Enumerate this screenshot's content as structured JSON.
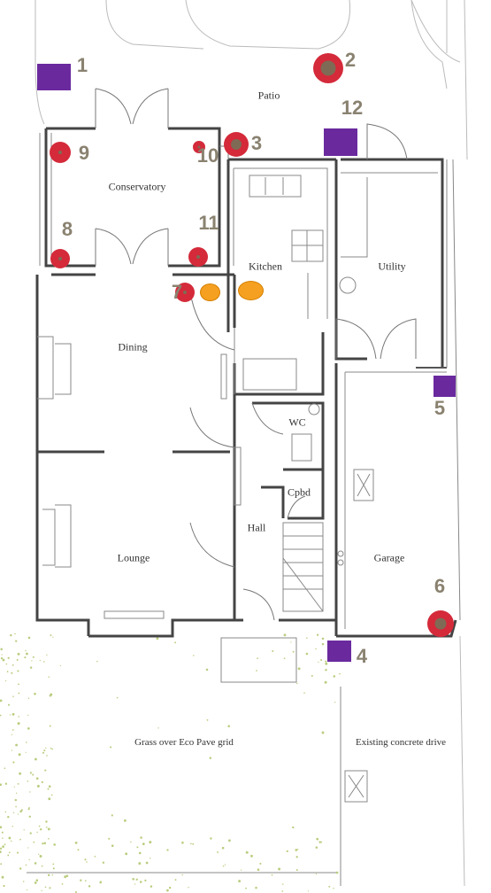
{
  "rooms": {
    "patio": "Patio",
    "conservatory": "Conservatory",
    "kitchen": "Kitchen",
    "utility": "Utility",
    "dining": "Dining",
    "wc": "WC",
    "cpbd": "Cpbd",
    "hall": "Hall",
    "lounge": "Lounge",
    "garage": "Garage",
    "grass": "Grass over Eco Pave grid",
    "drive": "Existing concrete drive"
  },
  "markers": {
    "m1": "1",
    "m2": "2",
    "m3": "3",
    "m4": "4",
    "m5": "5",
    "m6": "6",
    "m7": "7",
    "m8": "8",
    "m9": "9",
    "m10": "10",
    "m11": "11",
    "m12": "12"
  },
  "colors": {
    "red_marker": "#d42a3a",
    "purple_marker": "#6a2a9e",
    "orange_marker": "#f5a020",
    "number_text": "#8a8270",
    "grass_speckle": "#9db84a"
  }
}
